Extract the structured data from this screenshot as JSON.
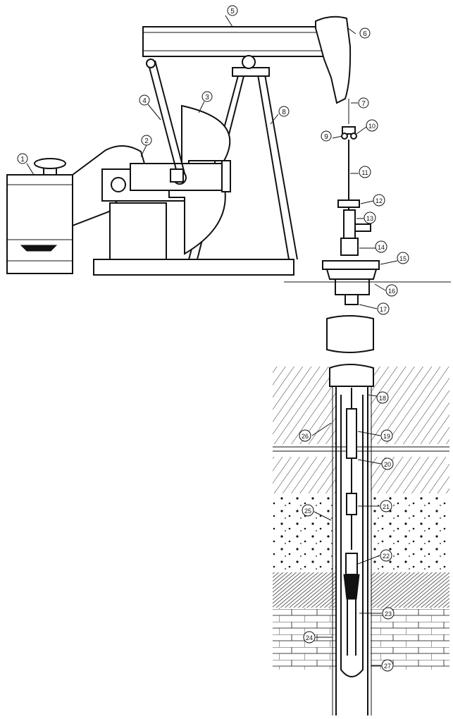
{
  "figure": {
    "callouts": [
      {
        "id": 1,
        "label": "1"
      },
      {
        "id": 2,
        "label": "2"
      },
      {
        "id": 3,
        "label": "3"
      },
      {
        "id": 4,
        "label": "4"
      },
      {
        "id": 5,
        "label": "5"
      },
      {
        "id": 6,
        "label": "6"
      },
      {
        "id": 7,
        "label": "7"
      },
      {
        "id": 8,
        "label": "8"
      },
      {
        "id": 9,
        "label": "9"
      },
      {
        "id": 10,
        "label": "10"
      },
      {
        "id": 11,
        "label": "11"
      },
      {
        "id": 12,
        "label": "12"
      },
      {
        "id": 13,
        "label": "13"
      },
      {
        "id": 14,
        "label": "14"
      },
      {
        "id": 15,
        "label": "15"
      },
      {
        "id": 16,
        "label": "16"
      },
      {
        "id": 17,
        "label": "17"
      },
      {
        "id": 18,
        "label": "18"
      },
      {
        "id": 19,
        "label": "19"
      },
      {
        "id": 20,
        "label": "20"
      },
      {
        "id": 21,
        "label": "21"
      },
      {
        "id": 22,
        "label": "22"
      },
      {
        "id": 23,
        "label": "23"
      },
      {
        "id": 24,
        "label": "24"
      },
      {
        "id": 25,
        "label": "25"
      },
      {
        "id": 26,
        "label": "26"
      },
      {
        "id": 27,
        "label": "27"
      }
    ]
  }
}
